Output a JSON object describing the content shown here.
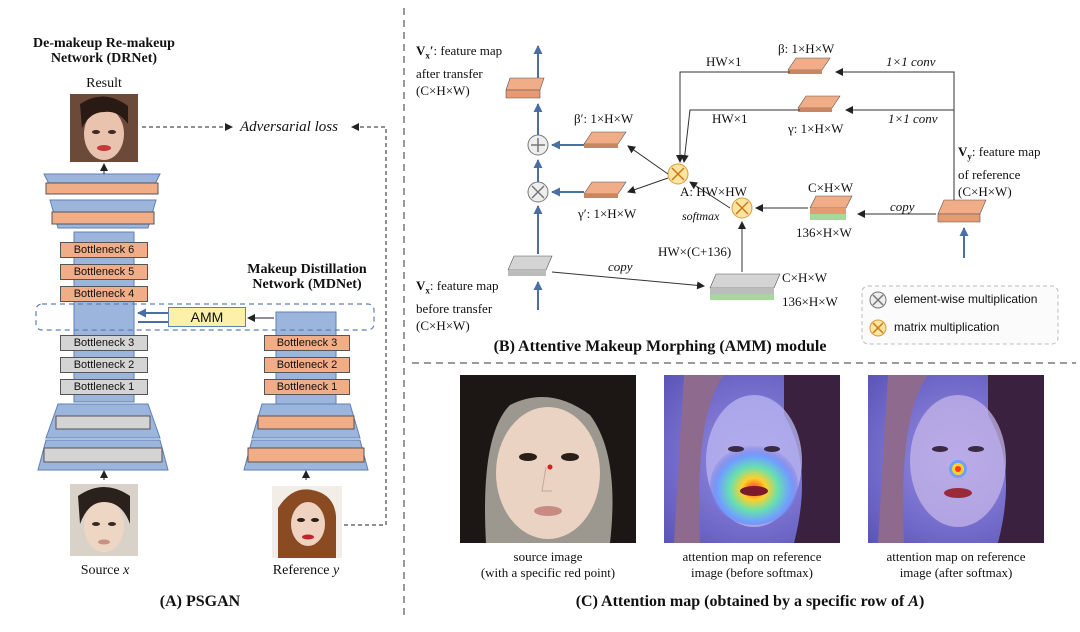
{
  "psgan": {
    "drnet_title": "De-makeup Re-makeup\nNetwork (DRNet)",
    "mdnet_title": "Makeup Distillation\nNetwork (MDNet)",
    "result_label": "Result",
    "adversarial_loss": "Adversarial loss",
    "amm_label": "AMM",
    "drnet_decoder_bottlenecks": [
      "Bottleneck 6",
      "Bottleneck 5",
      "Bottleneck 4"
    ],
    "drnet_encoder_bottlenecks": [
      "Bottleneck 3",
      "Bottleneck 2",
      "Bottleneck 1"
    ],
    "mdnet_bottlenecks": [
      "Bottleneck 3",
      "Bottleneck 2",
      "Bottleneck 1"
    ],
    "source_label_text": "Source",
    "source_label_var": "x",
    "reference_label_text": "Reference",
    "reference_label_var": "y",
    "caption": "(A) PSGAN"
  },
  "amm": {
    "vx_prime_sym": "V",
    "vx_prime_sub": "x",
    "vx_prime_suffix": "′",
    "vx_prime_desc_line1": ": feature map",
    "vx_prime_desc_line2": "after transfer",
    "vx_prime_desc_line3": "(C×H×W)",
    "vx_sym": "V",
    "vx_sub": "x",
    "vx_desc_line1": ": feature map",
    "vx_desc_line2": "before transfer",
    "vx_desc_line3": "(C×H×W)",
    "vy_sym": "V",
    "vy_sub": "y",
    "vy_desc_line1": ": feature map",
    "vy_desc_line2": "of reference",
    "vy_desc_line3": "(C×H×W)",
    "beta_label": "β: 1×H×W",
    "gamma_label": "γ: 1×H×W",
    "beta_prime_label": "β′: 1×H×W",
    "gamma_prime_label": "γ′: 1×H×W",
    "hw1_top": "HW×1",
    "hw1_mid": "HW×1",
    "conv_top": "1×1 conv",
    "conv_mid": "1×1 conv",
    "a_label": "A: HW×HW",
    "softmax": "softmax",
    "copy_right": "copy",
    "copy_left": "copy",
    "cxhxw_top": "C×H×W",
    "hw136_top": "136×H×W",
    "hwc136": "HW×(C+136)",
    "cxhxw_bottom": "C×H×W",
    "hw136_bottom": "136×H×W",
    "legend_elementwise": "element-wise multiplication",
    "legend_matrix": "matrix multiplication",
    "caption": "(B) Attentive Makeup Morphing (AMM) module"
  },
  "attention": {
    "images": [
      {
        "line1": "source image",
        "line2": "(with a specific red point)"
      },
      {
        "line1": "attention map on reference",
        "line2": "image (before softmax)"
      },
      {
        "line1": "attention map on reference",
        "line2": "image (after softmax)"
      }
    ],
    "caption_prefix": "(C) Attention map (obtained by a specific row of ",
    "caption_var": "A",
    "caption_suffix": ")"
  },
  "colors": {
    "blue_block": "#9bb5dc",
    "orange_block": "#f1ad87",
    "gray_block": "#d4d4d4",
    "amm_fill": "#fdf0a8",
    "arrow_blue": "#4a6fa5",
    "divider": "#9a9a9a"
  }
}
